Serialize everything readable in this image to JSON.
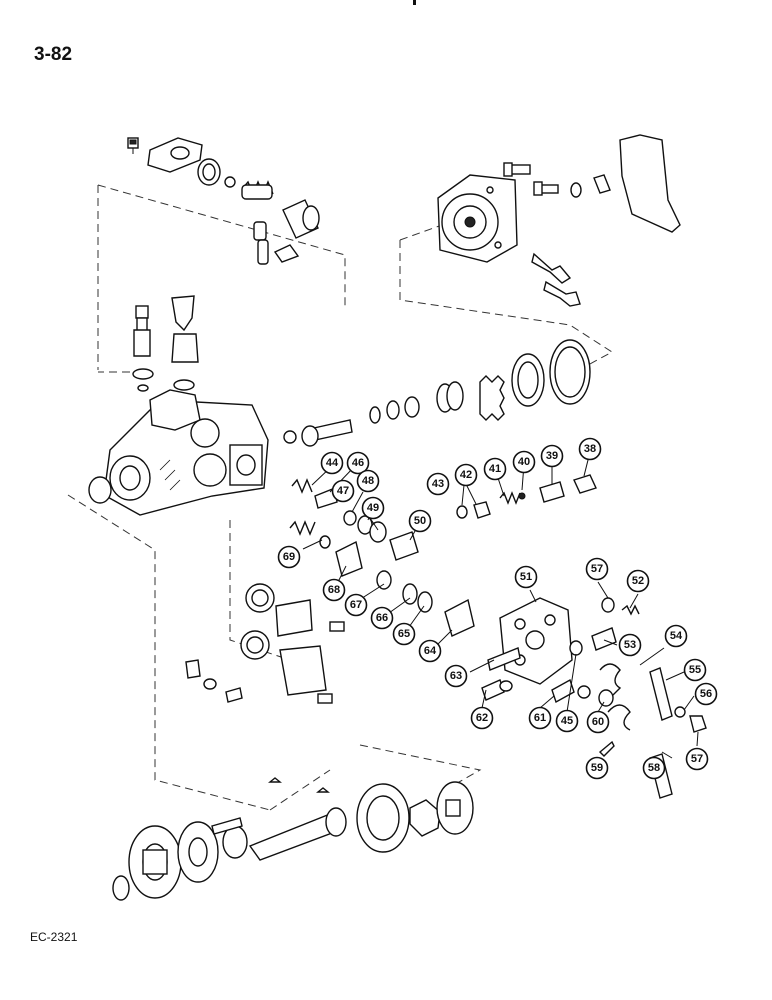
{
  "page": {
    "page_number": "3-82",
    "figure_code": "EC-2321"
  },
  "callouts": [
    {
      "num": "44"
    },
    {
      "num": "46"
    },
    {
      "num": "47"
    },
    {
      "num": "48"
    },
    {
      "num": "49"
    },
    {
      "num": "50"
    },
    {
      "num": "43"
    },
    {
      "num": "42"
    },
    {
      "num": "41"
    },
    {
      "num": "40"
    },
    {
      "num": "39"
    },
    {
      "num": "38"
    },
    {
      "num": "69"
    },
    {
      "num": "68"
    },
    {
      "num": "67"
    },
    {
      "num": "66"
    },
    {
      "num": "65"
    },
    {
      "num": "64"
    },
    {
      "num": "63"
    },
    {
      "num": "51"
    },
    {
      "num": "57"
    },
    {
      "num": "52"
    },
    {
      "num": "53"
    },
    {
      "num": "54"
    },
    {
      "num": "55"
    },
    {
      "num": "56"
    },
    {
      "num": "57"
    },
    {
      "num": "62"
    },
    {
      "num": "61"
    },
    {
      "num": "45"
    },
    {
      "num": "60"
    },
    {
      "num": "59"
    },
    {
      "num": "58"
    }
  ]
}
